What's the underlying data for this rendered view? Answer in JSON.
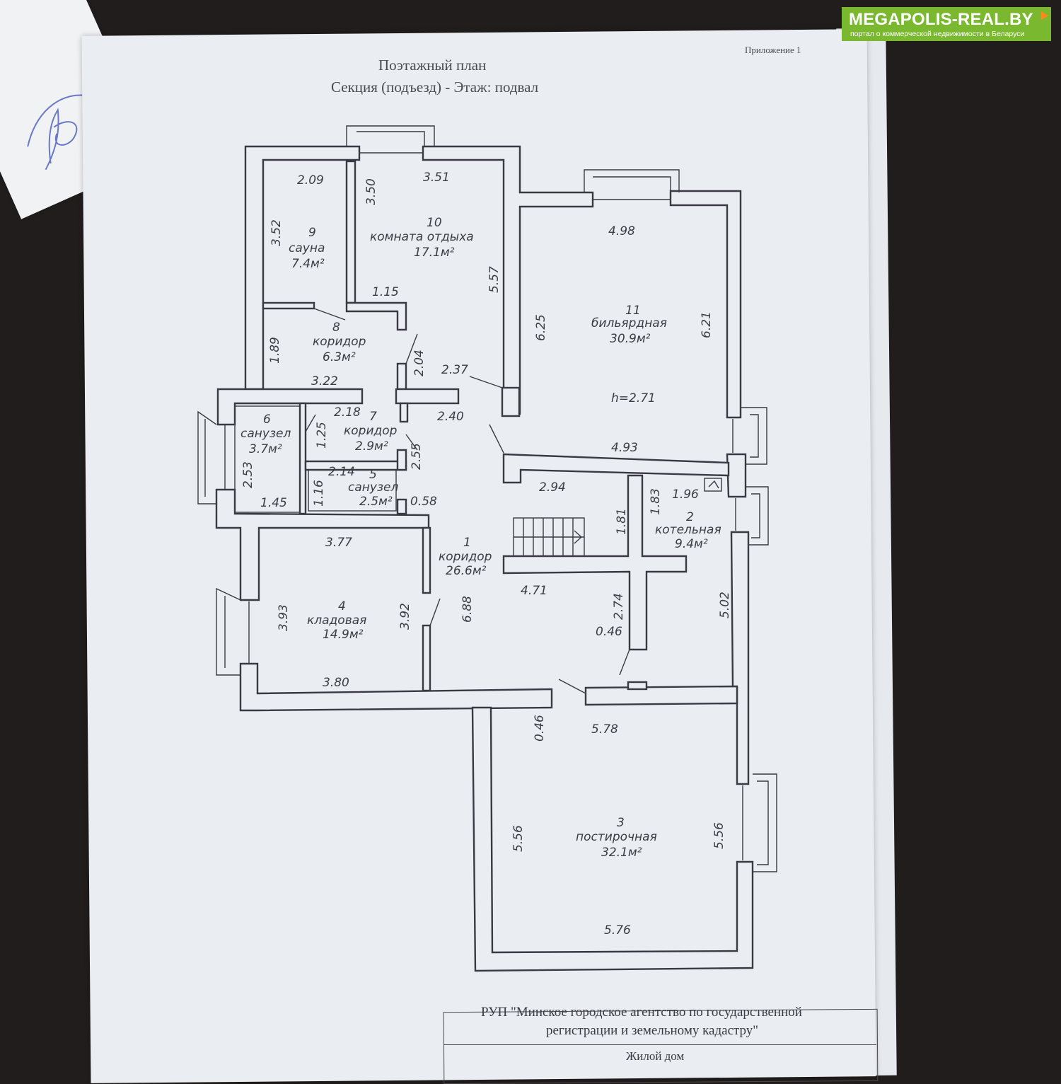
{
  "header": {
    "title": "Поэтажный план",
    "subtitle": "Секция (подъезд) -      Этаж: подвал",
    "appendix": "Приложение 1"
  },
  "rooms": [
    {
      "num": "1",
      "name": "коридор",
      "area": "26.6м²"
    },
    {
      "num": "2",
      "name": "котельная",
      "area": "9.4м²"
    },
    {
      "num": "3",
      "name": "постирочная",
      "area": "32.1м²"
    },
    {
      "num": "4",
      "name": "кладовая",
      "area": "14.9м²"
    },
    {
      "num": "5",
      "name": "санузел",
      "area": "2.5м²"
    },
    {
      "num": "6",
      "name": "санузел",
      "area": "3.7м²"
    },
    {
      "num": "7",
      "name": "коридор",
      "area": "2.9м²"
    },
    {
      "num": "8",
      "name": "коридор",
      "area": "6.3м²"
    },
    {
      "num": "9",
      "name": "сауна",
      "area": "7.4м²"
    },
    {
      "num": "10",
      "name": "комната отдыха",
      "area": "17.1м²"
    },
    {
      "num": "11",
      "name": "бильярдная",
      "area": "30.9м²"
    }
  ],
  "height_note": "h=2.71",
  "dimensions": [
    "2.09",
    "3.50",
    "3.51",
    "3.52",
    "1.15",
    "5.57",
    "4.98",
    "6.25",
    "6.21",
    "1.89",
    "2.04",
    "2.37",
    "3.22",
    "2.18",
    "2.40",
    "1.25",
    "2.55",
    "2.53",
    "2.14",
    "1.16",
    "0.58",
    "1.45",
    "4.93",
    "2.94",
    "1.96",
    "1.83",
    "1.81",
    "3.77",
    "4.71",
    "2.74",
    "5.02",
    "0.46",
    "3.93",
    "3.92",
    "6.88",
    "3.80",
    "0.46",
    "5.78",
    "5.56",
    "5.56",
    "5.76"
  ],
  "footer": {
    "org_line1": "РУП \"Минское городское агентство по государственной",
    "org_line2": "регистрации и земельному кадастру\"",
    "object": "Жилой дом"
  },
  "watermark": {
    "brand": "MEGAPOLIS-REAL.BY",
    "tagline": "портал о коммерческой недвижимости в Беларуси",
    "colors": {
      "background": "#7ab92f",
      "flag": "#ff8a1c"
    }
  }
}
